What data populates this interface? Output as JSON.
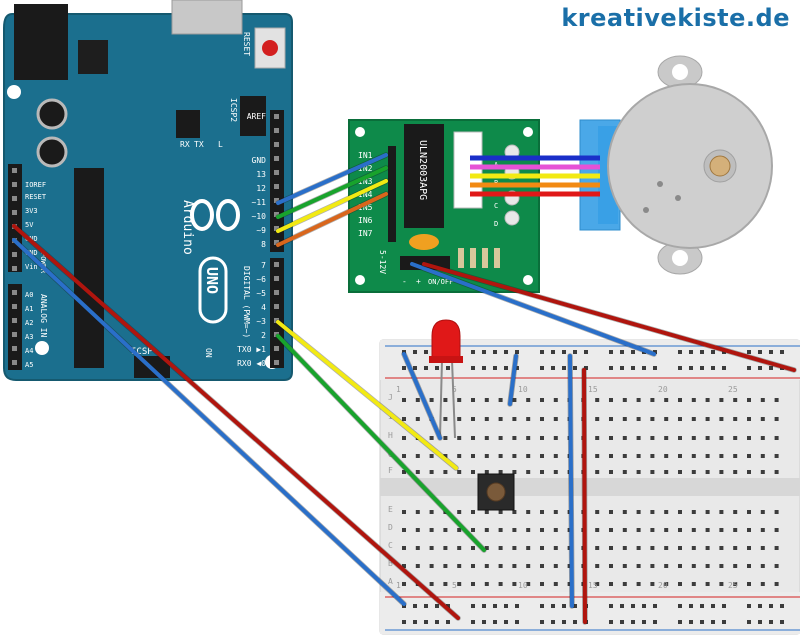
{
  "brand": "kreativekiste.de",
  "arduino": {
    "reset_label": "RESET",
    "icsp2_label": "ICSP2",
    "icsp_label": "ICSP",
    "tx_label": "TX",
    "rx_label": "RX",
    "l_label": "L",
    "on_label": "ON",
    "brand_label": "Arduino",
    "model_label": "UNO",
    "digital_label": "DIGITAL (PWM=~)",
    "analog_label": "ANALOG IN",
    "power_label": "POWER",
    "digital_pins": [
      "AREF",
      "GND",
      "13",
      "12",
      "~11",
      "~10",
      "~9",
      "8",
      "7",
      "~6",
      "~5",
      "4",
      "~3",
      "2",
      "TX0 ▶1",
      "RX0 ◀0"
    ],
    "power_pins": [
      "IOREF",
      "RESET",
      "3V3",
      "5V",
      "GND",
      "GND",
      "Vin"
    ],
    "analog_pins": [
      "A0",
      "A1",
      "A2",
      "A3",
      "A4",
      "A5"
    ]
  },
  "driver": {
    "chip_label": "ULN2003APG",
    "inputs": [
      "IN1",
      "IN2",
      "IN3",
      "IN4",
      "IN5",
      "IN6",
      "IN7"
    ],
    "voltage_label": "5-12V",
    "onoff_label": "ON/OFF",
    "minus_label": "-",
    "plus_label": "+",
    "led_labels": [
      "A",
      "B",
      "C",
      "D"
    ]
  },
  "breadboard": {
    "row_letters_top": [
      "J",
      "I",
      "H",
      "G",
      "F"
    ],
    "row_letters_bottom": [
      "E",
      "D",
      "C",
      "B",
      "A"
    ],
    "column_numbers": [
      "1",
      "5",
      "10",
      "15",
      "20",
      "25"
    ]
  },
  "colors": {
    "arduino": "#1b6f8e",
    "driver_pcb": "#0e8a4a",
    "wire_blue": "#2a6fc9",
    "wire_green": "#18a32c",
    "wire_yellow": "#f2ea13",
    "wire_orange": "#d9661c",
    "wire_red": "#b0150e",
    "led_red": "#e01818"
  }
}
